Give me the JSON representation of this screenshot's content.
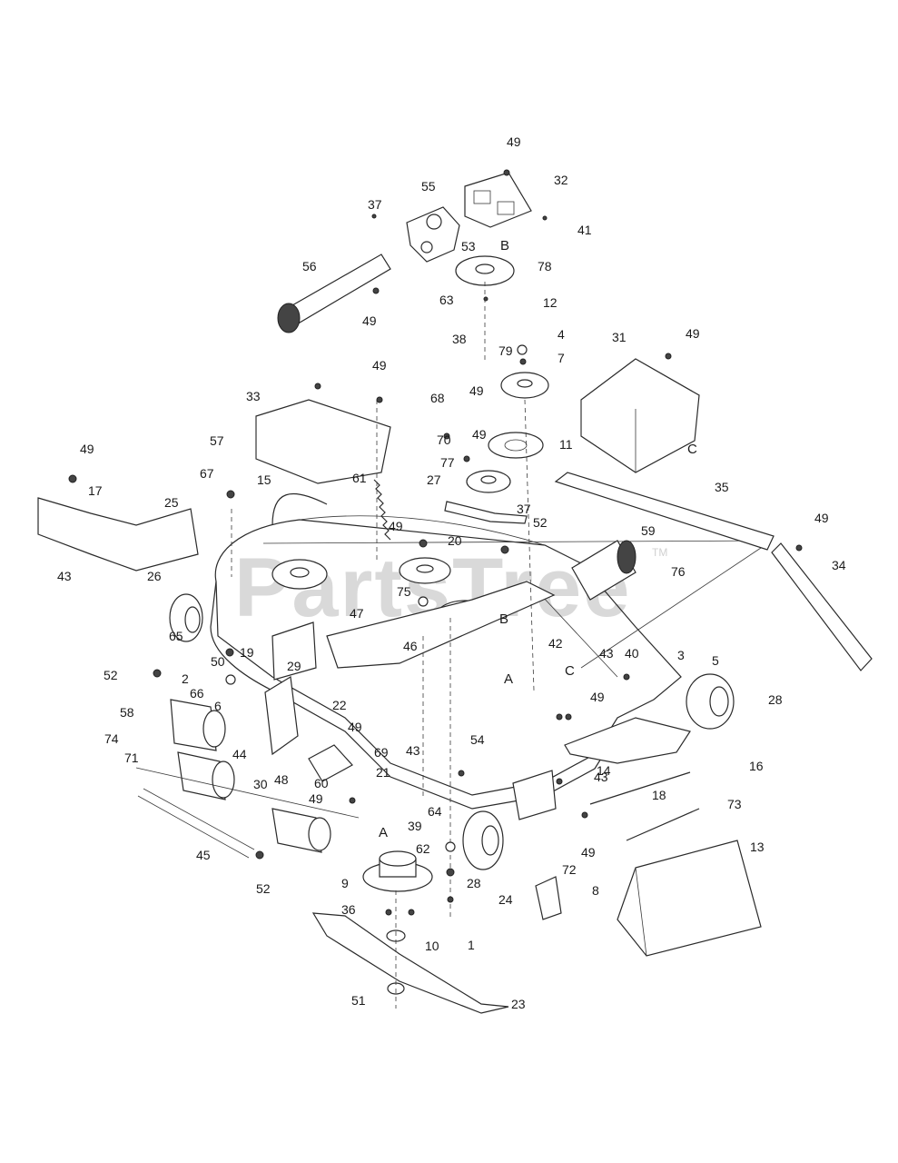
{
  "watermark": {
    "text": "PartsTree",
    "trademark": "TM"
  },
  "callouts": [
    {
      "name": "callout-49-top",
      "num": "49"
    },
    {
      "name": "callout-32",
      "num": "32"
    },
    {
      "name": "callout-41",
      "num": "41"
    },
    {
      "name": "callout-37-top",
      "num": "37"
    },
    {
      "name": "callout-55",
      "num": "55"
    },
    {
      "name": "callout-53",
      "num": "53"
    },
    {
      "name": "callout-B-top",
      "num": "B"
    },
    {
      "name": "callout-78",
      "num": "78"
    },
    {
      "name": "callout-56",
      "num": "56"
    },
    {
      "name": "callout-63",
      "num": "63"
    },
    {
      "name": "callout-12",
      "num": "12"
    },
    {
      "name": "callout-49-shaft",
      "num": "49"
    },
    {
      "name": "callout-38",
      "num": "38"
    },
    {
      "name": "callout-4",
      "num": "4"
    },
    {
      "name": "callout-31",
      "num": "31"
    },
    {
      "name": "callout-49-shield-right",
      "num": "49"
    },
    {
      "name": "callout-79",
      "num": "79"
    },
    {
      "name": "callout-7",
      "num": "7"
    },
    {
      "name": "callout-33",
      "num": "33"
    },
    {
      "name": "callout-49-shield-left",
      "num": "49"
    },
    {
      "name": "callout-68",
      "num": "68"
    },
    {
      "name": "callout-49-idler",
      "num": "49"
    },
    {
      "name": "callout-11",
      "num": "11"
    },
    {
      "name": "callout-C-top",
      "num": "C"
    },
    {
      "name": "callout-70",
      "num": "70"
    },
    {
      "name": "callout-49-pulley",
      "num": "49"
    },
    {
      "name": "callout-35",
      "num": "35"
    },
    {
      "name": "callout-49-left",
      "num": "49"
    },
    {
      "name": "callout-57",
      "num": "57"
    },
    {
      "name": "callout-77",
      "num": "77"
    },
    {
      "name": "callout-17",
      "num": "17"
    },
    {
      "name": "callout-67",
      "num": "67"
    },
    {
      "name": "callout-27",
      "num": "27"
    },
    {
      "name": "callout-15",
      "num": "15"
    },
    {
      "name": "callout-61",
      "num": "61"
    },
    {
      "name": "callout-25",
      "num": "25"
    },
    {
      "name": "callout-37-mid",
      "num": "37"
    },
    {
      "name": "callout-52-top",
      "num": "52"
    },
    {
      "name": "callout-49-right",
      "num": "49"
    },
    {
      "name": "callout-59",
      "num": "59"
    },
    {
      "name": "callout-49-spring",
      "num": "49"
    },
    {
      "name": "callout-20",
      "num": "20"
    },
    {
      "name": "callout-34",
      "num": "34"
    },
    {
      "name": "callout-43-left",
      "num": "43"
    },
    {
      "name": "callout-26",
      "num": "26"
    },
    {
      "name": "callout-76",
      "num": "76"
    },
    {
      "name": "callout-75",
      "num": "75"
    },
    {
      "name": "callout-B-mid",
      "num": "B"
    },
    {
      "name": "callout-47",
      "num": "47"
    },
    {
      "name": "callout-65",
      "num": "65"
    },
    {
      "name": "callout-42",
      "num": "42"
    },
    {
      "name": "callout-40",
      "num": "40"
    },
    {
      "name": "callout-46",
      "num": "46"
    },
    {
      "name": "callout-50",
      "num": "50"
    },
    {
      "name": "callout-19",
      "num": "19"
    },
    {
      "name": "callout-43-mid-right",
      "num": "43"
    },
    {
      "name": "callout-3",
      "num": "3"
    },
    {
      "name": "callout-5",
      "num": "5"
    },
    {
      "name": "callout-C-mid",
      "num": "C"
    },
    {
      "name": "callout-52-left",
      "num": "52"
    },
    {
      "name": "callout-29",
      "num": "29"
    },
    {
      "name": "callout-2",
      "num": "2"
    },
    {
      "name": "callout-A-mid",
      "num": "A"
    },
    {
      "name": "callout-49-deck",
      "num": "49"
    },
    {
      "name": "callout-28-right",
      "num": "28"
    },
    {
      "name": "callout-66",
      "num": "66"
    },
    {
      "name": "callout-22",
      "num": "22"
    },
    {
      "name": "callout-58",
      "num": "58"
    },
    {
      "name": "callout-6",
      "num": "6"
    },
    {
      "name": "callout-49-bracket",
      "num": "49"
    },
    {
      "name": "callout-74",
      "num": "74"
    },
    {
      "name": "callout-44",
      "num": "44"
    },
    {
      "name": "callout-69",
      "num": "69"
    },
    {
      "name": "callout-43-center",
      "num": "43"
    },
    {
      "name": "callout-54",
      "num": "54"
    },
    {
      "name": "callout-14",
      "num": "14"
    },
    {
      "name": "callout-16",
      "num": "16"
    },
    {
      "name": "callout-71",
      "num": "71"
    },
    {
      "name": "callout-30",
      "num": "30"
    },
    {
      "name": "callout-48",
      "num": "48"
    },
    {
      "name": "callout-60",
      "num": "60"
    },
    {
      "name": "callout-21",
      "num": "21"
    },
    {
      "name": "callout-43-lower",
      "num": "43"
    },
    {
      "name": "callout-18",
      "num": "18"
    },
    {
      "name": "callout-49-roller",
      "num": "49"
    },
    {
      "name": "callout-73",
      "num": "73"
    },
    {
      "name": "callout-39",
      "num": "39"
    },
    {
      "name": "callout-64",
      "num": "64"
    },
    {
      "name": "callout-49-lower",
      "num": "49"
    },
    {
      "name": "callout-13",
      "num": "13"
    },
    {
      "name": "callout-45",
      "num": "45"
    },
    {
      "name": "callout-A-bottom",
      "num": "A"
    },
    {
      "name": "callout-62",
      "num": "62"
    },
    {
      "name": "callout-28-bottom",
      "num": "28"
    },
    {
      "name": "callout-72",
      "num": "72"
    },
    {
      "name": "callout-8",
      "num": "8"
    },
    {
      "name": "callout-52-bottom",
      "num": "52"
    },
    {
      "name": "callout-9",
      "num": "9"
    },
    {
      "name": "callout-24",
      "num": "24"
    },
    {
      "name": "callout-36",
      "num": "36"
    },
    {
      "name": "callout-1",
      "num": "1"
    },
    {
      "name": "callout-10",
      "num": "10"
    },
    {
      "name": "callout-51",
      "num": "51"
    },
    {
      "name": "callout-23",
      "num": "23"
    }
  ]
}
